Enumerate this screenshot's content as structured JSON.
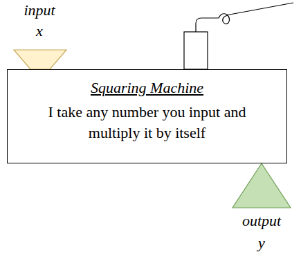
{
  "diagram": {
    "nodes": [
      {
        "text": [
          "Squaring Machine",
          "I take any number you input and multiply it by itself"
        ]
      }
    ],
    "labels": [
      "input",
      "x",
      "output",
      "y"
    ]
  }
}
